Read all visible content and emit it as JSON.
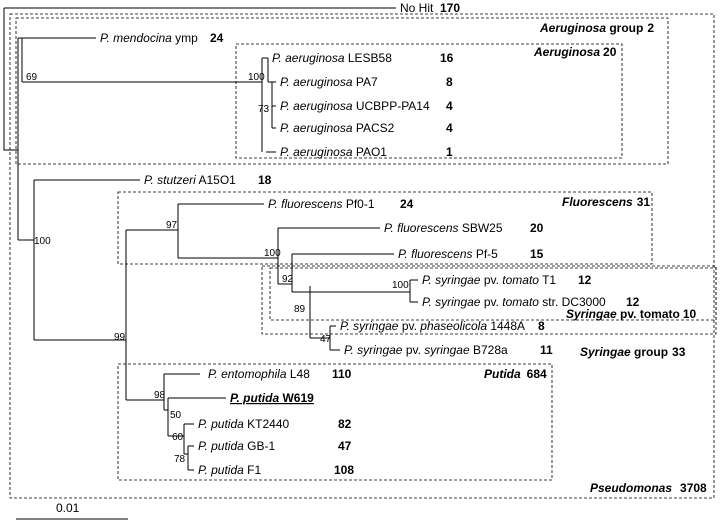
{
  "taxa": [
    {
      "id": "nohit",
      "italic": "",
      "plain": "No Hit",
      "count": "170"
    },
    {
      "id": "mendocina",
      "italic": "P. mendocina",
      "plain": " ymp",
      "count": "24"
    },
    {
      "id": "lesb58",
      "italic": "P. aeruginosa",
      "plain": " LESB58",
      "count": "16"
    },
    {
      "id": "pa7",
      "italic": "P. aeruginosa",
      "plain": " PA7",
      "count": "8"
    },
    {
      "id": "ucbpp",
      "italic": "P. aeruginosa",
      "plain": " UCBPP-PA14",
      "count": "4"
    },
    {
      "id": "pacs2",
      "italic": "P. aeruginosa",
      "plain": " PACS2",
      "count": "4"
    },
    {
      "id": "pao1",
      "italic": "P. aeruginosa",
      "plain": " PAO1",
      "count": "1"
    },
    {
      "id": "stutzeri",
      "italic": "P. stutzeri",
      "plain": " A15O1",
      "count": "18"
    },
    {
      "id": "pf01",
      "italic": "P. fluorescens",
      "plain": " Pf0-1",
      "count": "24"
    },
    {
      "id": "sbw25",
      "italic": "P. fluorescens",
      "plain": " SBW25",
      "count": "20"
    },
    {
      "id": "pf5",
      "italic": "P. fluorescens",
      "plain": " Pf-5",
      "count": "15"
    },
    {
      "id": "t1",
      "italic": "P. syringae",
      "plain": " pv. ",
      "italic2": "tomato",
      "plain2": " T1",
      "count": "12"
    },
    {
      "id": "dc3000",
      "italic": "P. syringae",
      "plain": " pv. ",
      "italic2": "tomato",
      "plain2": " str. DC3000",
      "count": "12"
    },
    {
      "id": "1448a",
      "italic": "P. syringae",
      "plain": " pv. ",
      "italic2": "phaseolicola",
      "plain2": " 1448A",
      "count": "8"
    },
    {
      "id": "b728a",
      "italic": "P. syringae",
      "plain": " pv. ",
      "italic2": "syringae",
      "plain2": " B728a",
      "count": "11"
    },
    {
      "id": "l48",
      "italic": "P. entomophila",
      "plain": " L48",
      "count": "110"
    },
    {
      "id": "w619",
      "italic": "P. putida",
      "plain": " W619",
      "count": ""
    },
    {
      "id": "kt2440",
      "italic": "P. putida",
      "plain": " KT2440",
      "count": "82"
    },
    {
      "id": "gb1",
      "italic": "P. putida",
      "plain": " GB-1",
      "count": "47"
    },
    {
      "id": "f1",
      "italic": "P. putida",
      "plain": " F1",
      "count": "108"
    }
  ],
  "bootstrap": [
    "69",
    "100",
    "73",
    "100",
    "97",
    "100",
    "92",
    "100",
    "89",
    "47",
    "99",
    "98",
    "50",
    "60",
    "78"
  ],
  "groups": [
    {
      "id": "aerugroup",
      "name": "Aeruginosa",
      "suffix": " group",
      "count": "2"
    },
    {
      "id": "aeru",
      "name": "Aeruginosa",
      "suffix": "",
      "count": "20"
    },
    {
      "id": "fluor",
      "name": "Fluorescens",
      "suffix": "",
      "count": "31"
    },
    {
      "id": "syrtom",
      "name": "Syringae",
      "suffix": " pv. tomato",
      "count": "10"
    },
    {
      "id": "syrgroup",
      "name": "Syringae",
      "suffix": " group",
      "count": "33"
    },
    {
      "id": "putida",
      "name": "Putida",
      "suffix": "",
      "count": "684"
    },
    {
      "id": "pseudo",
      "name": "Pseudomonas",
      "suffix": "",
      "count": "3708"
    }
  ],
  "scale_label": "0.01"
}
